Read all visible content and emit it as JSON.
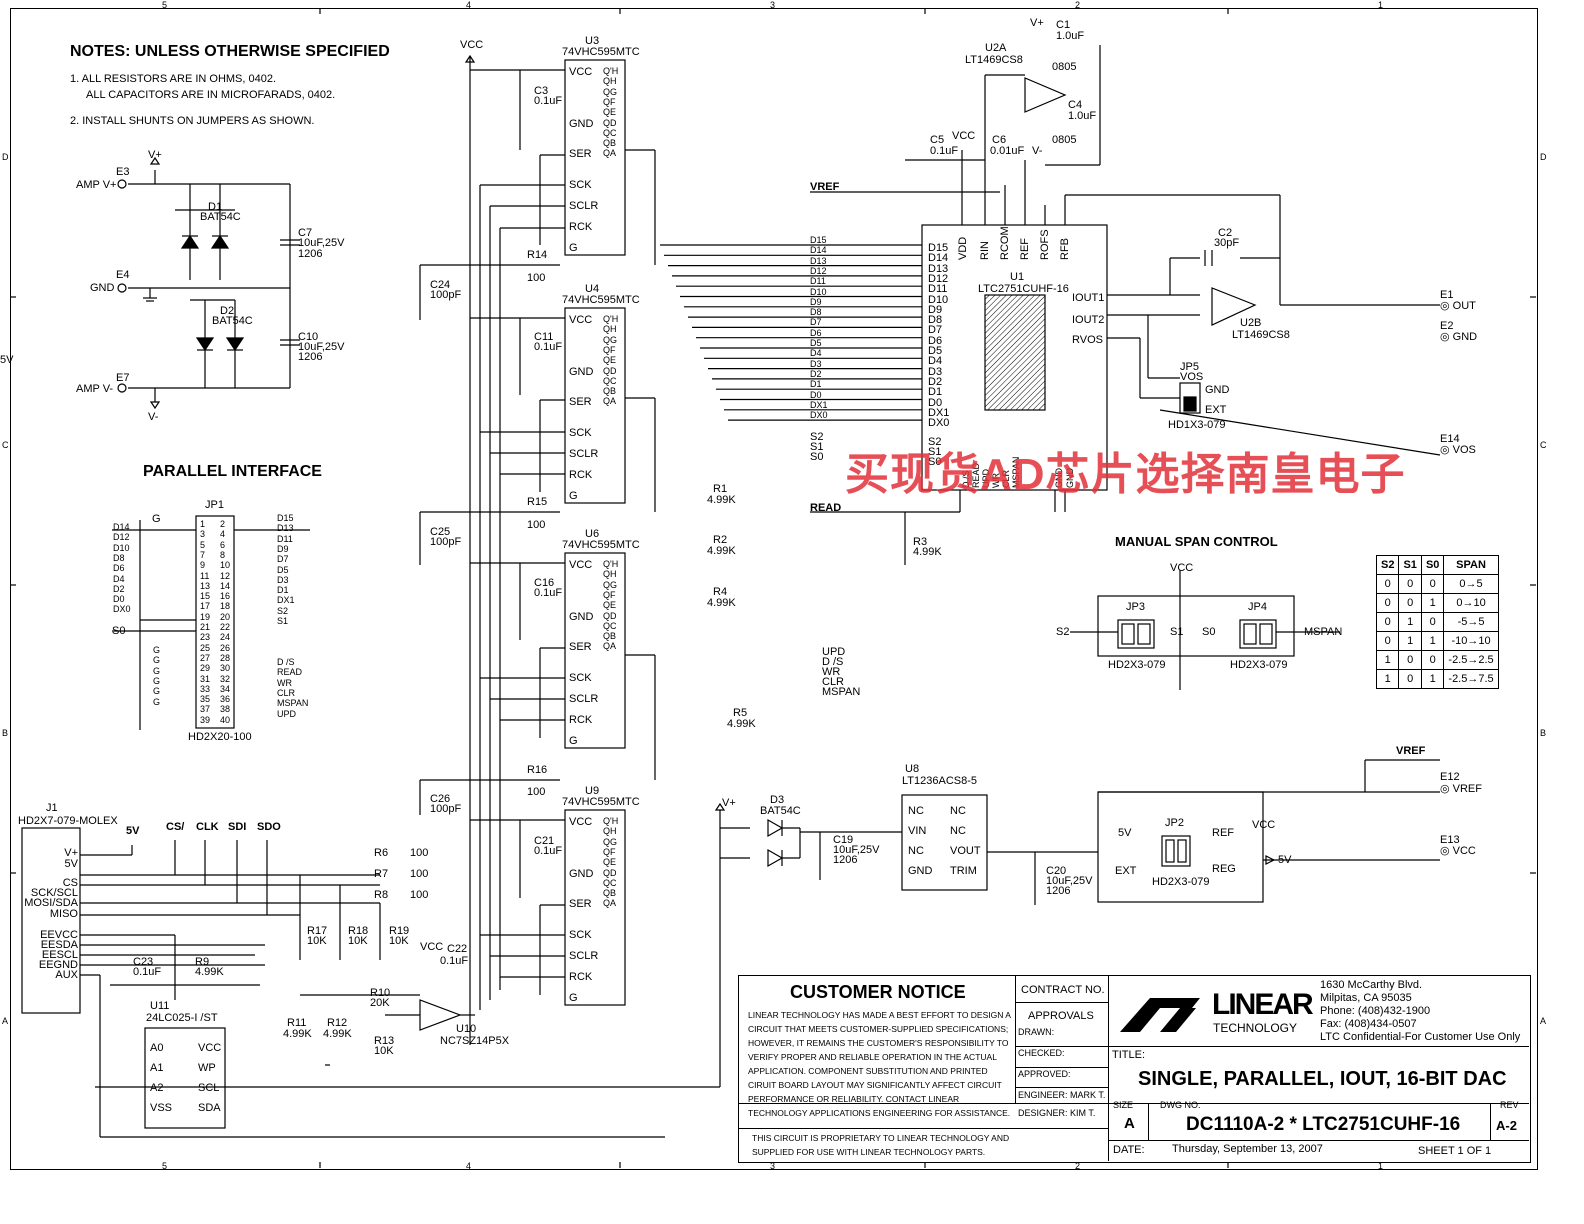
{
  "notes": {
    "heading": "NOTES:  UNLESS OTHERWISE SPECIFIED",
    "n1a": "1.  ALL RESISTORS ARE IN OHMS, 0402.",
    "n1b": "ALL CAPACITORS ARE IN MICROFARADS, 0402.",
    "n2": "2.  INSTALL SHUNTS ON JUMPERS AS SHOWN."
  },
  "power": {
    "vplus": "V+",
    "vminus": "V-",
    "e3": "E3",
    "e3_label": "AMP V+",
    "e4": "E4",
    "e4_label": "GND",
    "e7": "E7",
    "e7_label": "AMP V-",
    "d1": "D1",
    "d1_part": "BAT54C",
    "d2": "D2",
    "d2_part": "BAT54C",
    "c7": "C7",
    "c7_val": "10uF,25V",
    "c7_pkg": "1206",
    "c10": "C10",
    "c10_val": "10uF,25V",
    "c10_pkg": "1206"
  },
  "parallel": {
    "heading": "PARALLEL INTERFACE",
    "jp1": "JP1",
    "part": "HD2X20-100",
    "left_labels": [
      "D14",
      "D12",
      "D10",
      "D8",
      "D6",
      "D4",
      "D2",
      "D0",
      "DX0"
    ],
    "right_labels": [
      "D15",
      "D13",
      "D11",
      "D9",
      "D7",
      "D5",
      "D3",
      "D1",
      "DX1",
      "S2",
      "S1"
    ],
    "right_lower": [
      "D /S",
      "READ",
      "WR",
      "CLR",
      "MSPAN",
      "UPD"
    ],
    "g": "G",
    "s0": "S0"
  },
  "shift_regs": [
    {
      "ref": "U3",
      "part": "74VHC595MTC"
    },
    {
      "ref": "U4",
      "part": "74VHC595MTC"
    },
    {
      "ref": "U6",
      "part": "74VHC595MTC"
    },
    {
      "ref": "U9",
      "part": "74VHC595MTC"
    }
  ],
  "sr_pins": {
    "vcc": "VCC",
    "gnd": "GND",
    "ser": "SER",
    "sck": "SCK",
    "sclr": "SCLR",
    "rck": "RCK",
    "g": "G",
    "outs": [
      "Q'H",
      "QH",
      "QG",
      "QF",
      "QE",
      "QD",
      "QC",
      "QB",
      "QA"
    ]
  },
  "caps": {
    "c3": "C3",
    "c11": "C11",
    "c16": "C16",
    "c21": "C21",
    "v01": "0.1uF",
    "c24": "C24",
    "c25": "C25",
    "c26": "C26",
    "v100p": "100pF",
    "r14": "R14",
    "r15": "R15",
    "r16": "R16",
    "v100": "100"
  },
  "vcc": "VCC",
  "dac": {
    "ref": "U1",
    "part": "LTC2751CUHF-16",
    "vref": "VREF",
    "top_pins": [
      "VDD",
      "RIN",
      "RCOM",
      "REF",
      "ROFS",
      "RFB"
    ],
    "data_pins": [
      "D15",
      "D14",
      "D13",
      "D12",
      "D11",
      "D10",
      "D9",
      "D8",
      "D7",
      "D6",
      "D5",
      "D4",
      "D3",
      "D2",
      "D1",
      "D0",
      "DX1",
      "DX0"
    ],
    "right_pins": [
      "IOUT1",
      "IOUT2",
      "RVOS"
    ],
    "ctrl": [
      "S2",
      "S1",
      "S0"
    ],
    "bottom": [
      "D /S",
      "READ",
      "UPD",
      "WR",
      "CLR",
      "MSPAN"
    ],
    "gnd": "GND"
  },
  "opamp": {
    "u2a": "U2A",
    "u2a_part": "LT1469CS8",
    "u2b": "U2B",
    "u2b_part": "LT1469CS8",
    "c1": "C1",
    "c1_val": "1.0uF",
    "c4": "C4",
    "c4_val": "1.0uF",
    "pkg": "0805",
    "c5": "C5",
    "c5_val": "0.1uF",
    "c6": "C6",
    "c6_val": "0.01uF",
    "c2": "C2",
    "c2_val": "30pF"
  },
  "outputs": {
    "e1": "E1",
    "out": "OUT",
    "e2": "E2",
    "gnd": "GND",
    "e14": "E14",
    "vos": "VOS",
    "jp5": "JP5",
    "jp5_vos": "VOS",
    "jp5_gnd": "GND",
    "jp5_ext": "EXT",
    "jp5_part": "HD1X3-079"
  },
  "ctrl_res": {
    "r1": "R1",
    "r2": "R2",
    "r3": "R3",
    "r4": "R4",
    "r5": "R5",
    "v499": "4.99K",
    "read": "READ",
    "upd": "UPD",
    "ds": "D /S",
    "wr": "WR",
    "clr": "CLR",
    "mspan": "MSPAN",
    "s2": "S2",
    "s1": "S1",
    "s0": "S0"
  },
  "span": {
    "heading": "MANUAL SPAN CONTROL",
    "jp3": "JP3",
    "jp4": "JP4",
    "part": "HD2X3-079",
    "headers": [
      "S2",
      "S1",
      "S0",
      "SPAN"
    ],
    "rows": [
      [
        "0",
        "0",
        "0",
        "0→5"
      ],
      [
        "0",
        "0",
        "1",
        "0→10"
      ],
      [
        "0",
        "1",
        "0",
        "-5→5"
      ],
      [
        "0",
        "1",
        "1",
        "-10→10"
      ],
      [
        "1",
        "0",
        "0",
        "-2.5→2.5"
      ],
      [
        "1",
        "0",
        "1",
        "-2.5→7.5"
      ]
    ]
  },
  "ref": {
    "u8": "U8",
    "u8_part": "LT1236ACS8-5",
    "pins_l": [
      "NC",
      "VIN",
      "NC",
      "GND"
    ],
    "pins_r": [
      "NC",
      "NC",
      "VOUT",
      "TRIM"
    ],
    "d3": "D3",
    "d3_part": "BAT54C",
    "c19": "C19",
    "c19_val": "10uF,25V",
    "c19_pkg": "1206",
    "c20": "C20",
    "c20_val": "10uF,25V",
    "c20_pkg": "1206",
    "jp2": "JP2",
    "jp2_part": "HD2X3-079",
    "ext": "EXT",
    "ref": "REF",
    "reg": "REG",
    "v5": "5V",
    "vref": "VREF",
    "e12": "E12",
    "e13": "E13",
    "vcc": "VCC"
  },
  "j1": {
    "ref": "J1",
    "part": "HD2X7-079-MOLEX",
    "pins": [
      "V+",
      "5V",
      "CS",
      "SCK/SCL",
      "MOSI/SDA",
      "MISO",
      "EEVCC",
      "EESDA",
      "EESCL",
      "EEGND",
      "AUX"
    ],
    "top": [
      "5V",
      "CS/",
      "CLK",
      "SDI",
      "SDO"
    ],
    "r6": "R6",
    "r7": "R7",
    "r8": "R8",
    "v100": "100",
    "r17": "R17",
    "r18": "R18",
    "r19": "R19",
    "v10k": "10K"
  },
  "eeprom": {
    "ref": "U11",
    "part": "24LC025-I /ST",
    "pins_l": [
      "A0",
      "A1",
      "A2",
      "VSS"
    ],
    "pins_r": [
      "VCC",
      "WP",
      "SCL",
      "SDA"
    ],
    "c23": "C23",
    "c23_val": "0.1uF",
    "r9": "R9",
    "r9_val": "4.99K",
    "r11": "R11",
    "r12": "R12",
    "v499": "4.99K"
  },
  "buffer": {
    "ref": "U10",
    "part": "NC7SZ14P5X",
    "c22": "C22",
    "c22_val": "0.1uF",
    "r10": "R10",
    "r10_val": "20K",
    "r13": "R13",
    "r13_val": "10K"
  },
  "titleblock": {
    "notice_title": "CUSTOMER NOTICE",
    "notice_text": [
      "LINEAR TECHNOLOGY HAS MADE A BEST EFFORT TO DESIGN A",
      "CIRCUIT THAT MEETS CUSTOMER-SUPPLIED SPECIFICATIONS;",
      "HOWEVER, IT REMAINS THE CUSTOMER'S RESPONSIBILITY TO",
      "VERIFY PROPER AND RELIABLE OPERATION IN THE ACTUAL",
      "APPLICATION.  COMPONENT SUBSTITUTION AND PRINTED",
      "CIRUIT BOARD LAYOUT MAY SIGNIFICANTLY AFFECT CIRCUIT",
      "PERFORMANCE OR RELIABILITY.  CONTACT LINEAR",
      "TECHNOLOGY APPLICATIONS ENGINEERING FOR ASSISTANCE."
    ],
    "prop1": "THIS CIRCUIT IS PROPRIETARY TO LINEAR TECHNOLOGY AND",
    "prop2": "SUPPLIED FOR USE WITH LINEAR TECHNOLOGY PARTS.",
    "contract": "CONTRACT NO.",
    "approvals": "APPROVALS",
    "drawn": "DRAWN:",
    "checked": "CHECKED:",
    "approved": "APPROVED:",
    "engineer": "ENGINEER: MARK T.",
    "designer": "DESIGNER: KIM T.",
    "logo_word": "LINEAR",
    "logo_sub": "TECHNOLOGY",
    "addr1": "1630 McCarthy Blvd.",
    "addr2": "Milpitas, CA 95035",
    "phone": "Phone: (408)432-1900",
    "fax": "Fax: (408)434-0507",
    "conf": "LTC Confidential-For Customer Use Only",
    "title_lbl": "TITLE:",
    "title": "SINGLE, PARALLEL, IOUT, 16-BIT DAC",
    "size_lbl": "SIZE",
    "size": "A",
    "dwg_lbl": "DWG NO.",
    "dwg": "DC1110A-2 * LTC2751CUHF-16",
    "rev_lbl": "REV",
    "rev": "A-2",
    "date_lbl": "DATE:",
    "date": "Thursday, September 13, 2007",
    "sheet": "SHEET   1     OF   1"
  },
  "border": {
    "cols": [
      "5",
      "4",
      "3",
      "2",
      "1"
    ],
    "rows": [
      "D",
      "C",
      "B",
      "A"
    ]
  },
  "left_edge_label": "5V",
  "watermark": "买现货AD芯片选择南皇电子"
}
